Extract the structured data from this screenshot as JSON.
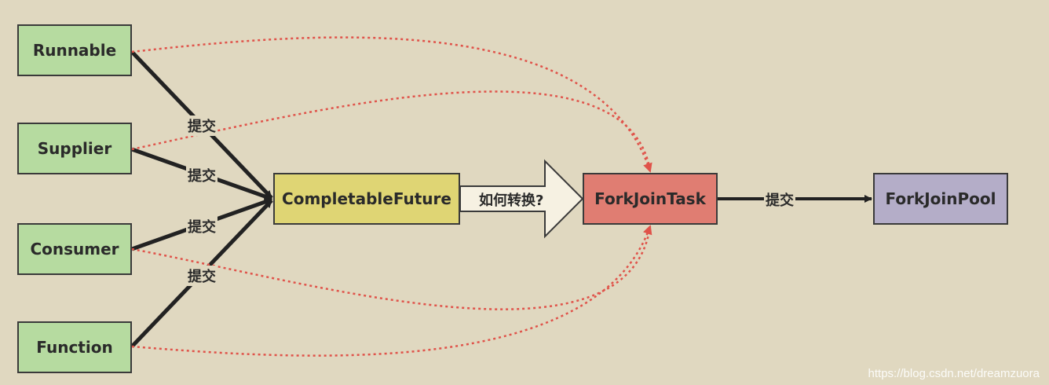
{
  "nodes": {
    "runnable": "Runnable",
    "supplier": "Supplier",
    "consumer": "Consumer",
    "function": "Function",
    "completable_future": "CompletableFuture",
    "fork_join_task": "ForkJoinTask",
    "fork_join_pool": "ForkJoinPool"
  },
  "labels": {
    "submit": "提交",
    "how_to_convert": "如何转换?"
  },
  "watermark": "https://blog.csdn.net/dreamzuora",
  "colors": {
    "background": "#e0d8c0",
    "source_box": "#b6dba0",
    "completable_future_box": "#dfd574",
    "fork_join_task_box": "#e07d72",
    "fork_join_pool_box": "#b4adc8",
    "dotted_edge": "#e0534a",
    "solid_edge": "#222222"
  }
}
